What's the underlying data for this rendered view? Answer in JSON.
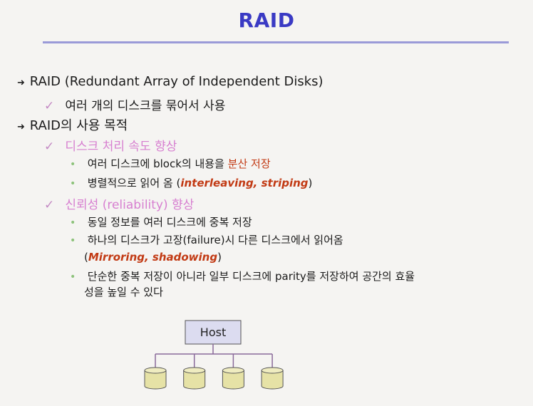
{
  "title": "RAID",
  "items": [
    {
      "text": "RAID (Redundant Array of Independent Disks)"
    },
    {
      "text": "여러 개의 디스크를 묶어서 사용"
    },
    {
      "text": "RAID의 사용 목적"
    },
    {
      "text": "디스크 처리 속도 향상"
    },
    {
      "pre": "여러 디스크에 block의 내용을 ",
      "highlight": "분산 저장",
      "post": ""
    },
    {
      "pre": "병렬적으로 읽어 옴 (",
      "highlight": "interleaving, striping",
      "post": ")"
    },
    {
      "text": "신뢰성 (reliability) 향상"
    },
    {
      "text": "동일 정보를 여러 디스크에 중복 저장"
    },
    {
      "text": "하나의 디스크가 고장(failure)시 다른 디스크에서 읽어옴"
    },
    {
      "pre": "(",
      "highlight": "Mirroring, shadowing",
      "post": ")"
    },
    {
      "text": "단순한 중복 저장이 아니라 일부 디스크에 parity를 저장하여 공간의 효율"
    },
    {
      "text": "성을 높일 수 있다"
    }
  ],
  "diagram": {
    "host_label": "Host",
    "disk_count": 4
  }
}
